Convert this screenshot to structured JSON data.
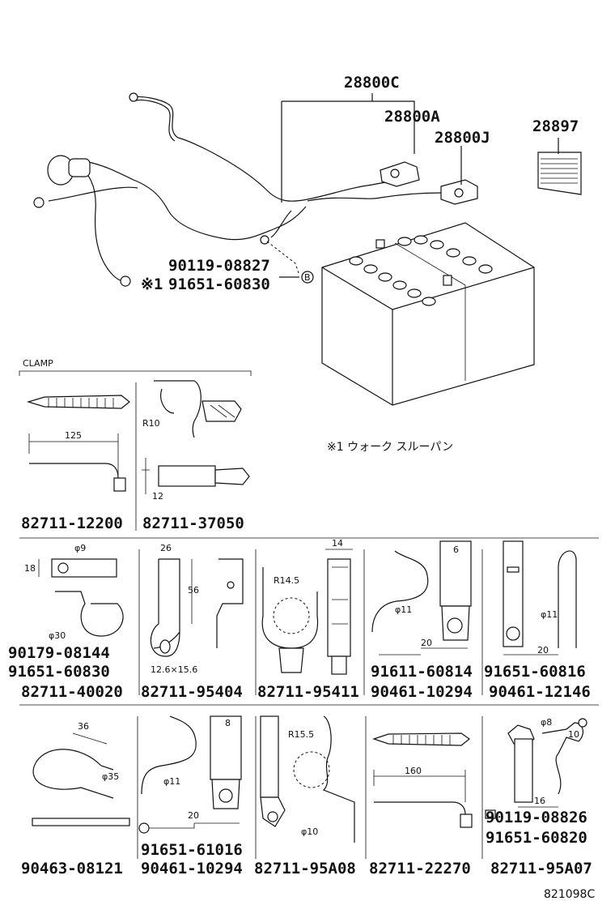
{
  "callouts": {
    "harness": "28800C",
    "cable_a": "28800A",
    "cable_j": "28800J",
    "label": "28897",
    "bolt": "90119-08827",
    "nut_mark": "※1",
    "nut": "91651-60830",
    "nut_symbol": "B"
  },
  "clamp_section": {
    "title": "CLAMP",
    "note": "※1 ウォーク スルーパン"
  },
  "row1": {
    "p1": "82711-12200",
    "p1_dim": "125",
    "p2": "82711-37050",
    "p2_dim_r": "R10",
    "p2_dim_h": "12"
  },
  "row2": {
    "a_dim_w": "18",
    "a_dim_hole": "φ9",
    "a_dim_loop": "φ30",
    "a_sub1": "90179-08144",
    "a_sub2": "91651-60830",
    "a_part": "82711-40020",
    "b_dim_w": "26",
    "b_dim_h": "56",
    "b_dim_slot": "12.6×15.6",
    "b_part": "82711-95404",
    "c_dim_w": "14",
    "c_dim_r": "R14.5",
    "c_part": "82711-95411",
    "d_dim_hole": "φ11",
    "d_dim_len": "20",
    "d_sub": "91611-60814",
    "d_part": "90461-10294",
    "d_tag": "6",
    "e_dim_hole": "φ11",
    "e_dim_len": "20",
    "e_sub": "91651-60816",
    "e_part": "90461-12146"
  },
  "row3": {
    "a_dim_len": "36",
    "a_dim_loop": "φ35",
    "a_part": "90463-08121",
    "b_dim_hole": "φ11",
    "b_dim_len": "20",
    "b_sub": "91651-61016",
    "b_part": "90461-10294",
    "b_tag": "8",
    "c_dim_r": "R15.5",
    "c_dim_hole": "φ10",
    "c_part": "82711-95A08",
    "d_dim_len": "160",
    "d_part": "82711-22270",
    "e_dim_hole": "φ8",
    "e_dim_r": "10",
    "e_dim_len": "16",
    "e_sub1": "90119-08826",
    "e_sub2": "91651-60820",
    "e_part": "82711-95A07"
  },
  "footer": {
    "code": "821098C"
  }
}
